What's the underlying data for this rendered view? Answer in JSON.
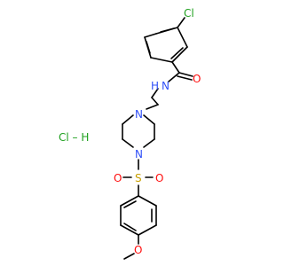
{
  "molecule": {
    "atoms": {
      "cl_ring": "Cl",
      "amide_o": "O",
      "amide_n": "N",
      "amide_h": "H",
      "pip_n1": "N",
      "pip_n4": "N",
      "sulfur": "S",
      "sulfonyl_o_left": "O",
      "sulfonyl_o_right": "O",
      "methoxy_o": "O",
      "salt": "Cl – H"
    },
    "colors": {
      "bond": "#000000",
      "chlorine": "#1fa01f",
      "oxygen": "#ff0d0d",
      "nitrogen": "#3050f8",
      "sulfur": "#c8a000"
    }
  }
}
